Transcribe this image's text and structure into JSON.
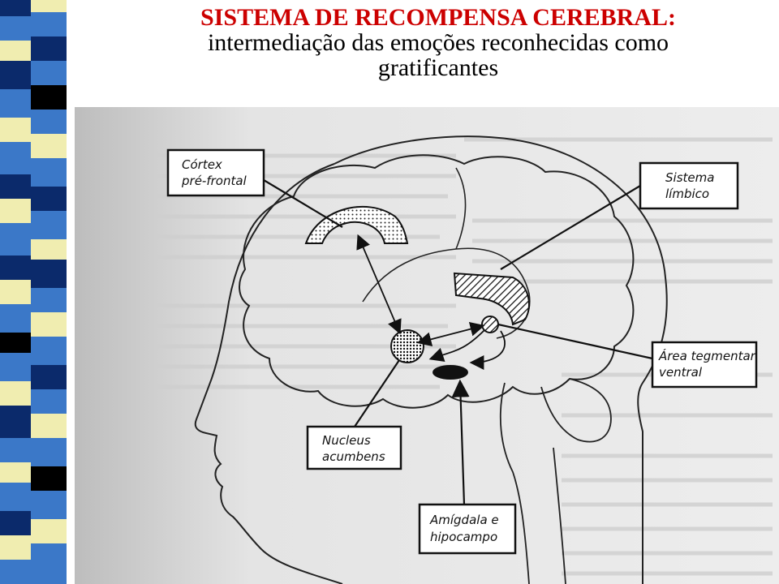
{
  "slide": {
    "title_line1": "SISTEMA DE RECOMPENSA CEREBRAL:",
    "title_line2": "intermediação das emoções reconhecidas como",
    "title_line3": "gratificantes"
  },
  "diagram": {
    "labels": {
      "cortex_line1": "Córtex",
      "cortex_line2": "pré-frontal",
      "limbic_line1": "Sistema",
      "limbic_line2": "límbico",
      "vta_line1": "Área tegmentar",
      "vta_line2": "ventral",
      "nucleus_line1": "Nucleus",
      "nucleus_line2": "acumbens",
      "amygdala_line1": "Amígdala e",
      "amygdala_line2": "hipocampo"
    }
  },
  "colors": {
    "title_red": "#cc0000",
    "stripe_blue": "#3b78c8",
    "stripe_navy": "#0b2a6b",
    "stripe_yellow": "#f0edb0",
    "stripe_black": "#000000"
  }
}
